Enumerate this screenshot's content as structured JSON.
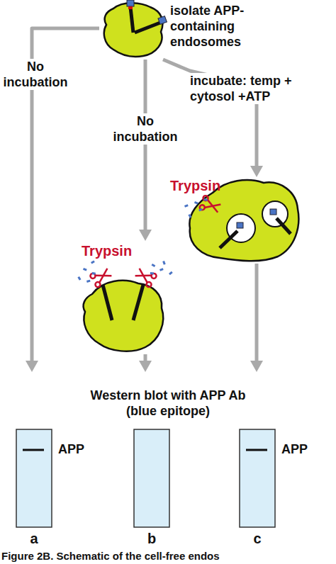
{
  "diagram": {
    "caption": "Figure 2B. Schematic of the cell-free endos",
    "nodes": [
      {
        "text": [
          "isolate APP-containing endosomes"
        ]
      },
      {
        "text": [
          "Trypsin"
        ]
      },
      {
        "text": [
          "Trypsin"
        ]
      },
      {
        "text": [
          "Western blot with APP Ab (blue epitope)"
        ]
      },
      {
        "text": [
          "APP",
          "a"
        ]
      },
      {
        "text": [
          "b"
        ]
      },
      {
        "text": [
          "APP",
          "c"
        ]
      }
    ],
    "edges": [
      {
        "from": 0,
        "to": 3,
        "label": "No incubation",
        "arrow": "to"
      },
      {
        "from": 0,
        "to": 1,
        "label": "No incubation",
        "arrow": "to"
      },
      {
        "from": 0,
        "to": 2,
        "label": "incubate: temp + cytosol +ATP",
        "arrow": "to"
      },
      {
        "from": 1,
        "to": 3,
        "arrow": "to"
      },
      {
        "from": 2,
        "to": 3,
        "arrow": "to"
      }
    ]
  }
}
